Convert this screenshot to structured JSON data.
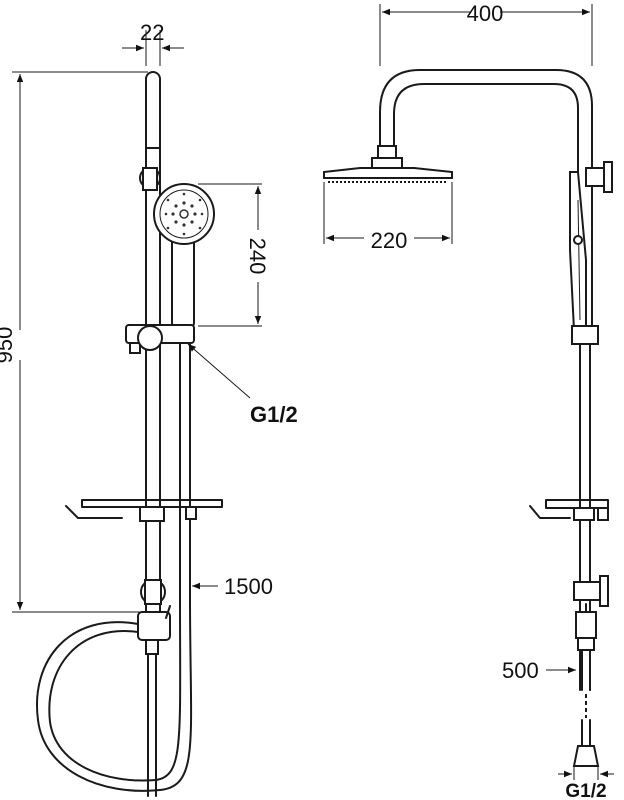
{
  "dimensions": {
    "hand_shower_width": "22",
    "column_width": "400",
    "column_height": "950",
    "hand_shower_length": "240",
    "head_diameter": "220",
    "hose_length": "1500",
    "spacing": "500",
    "thread_side": "G1/2",
    "thread_front": "G1/2"
  }
}
